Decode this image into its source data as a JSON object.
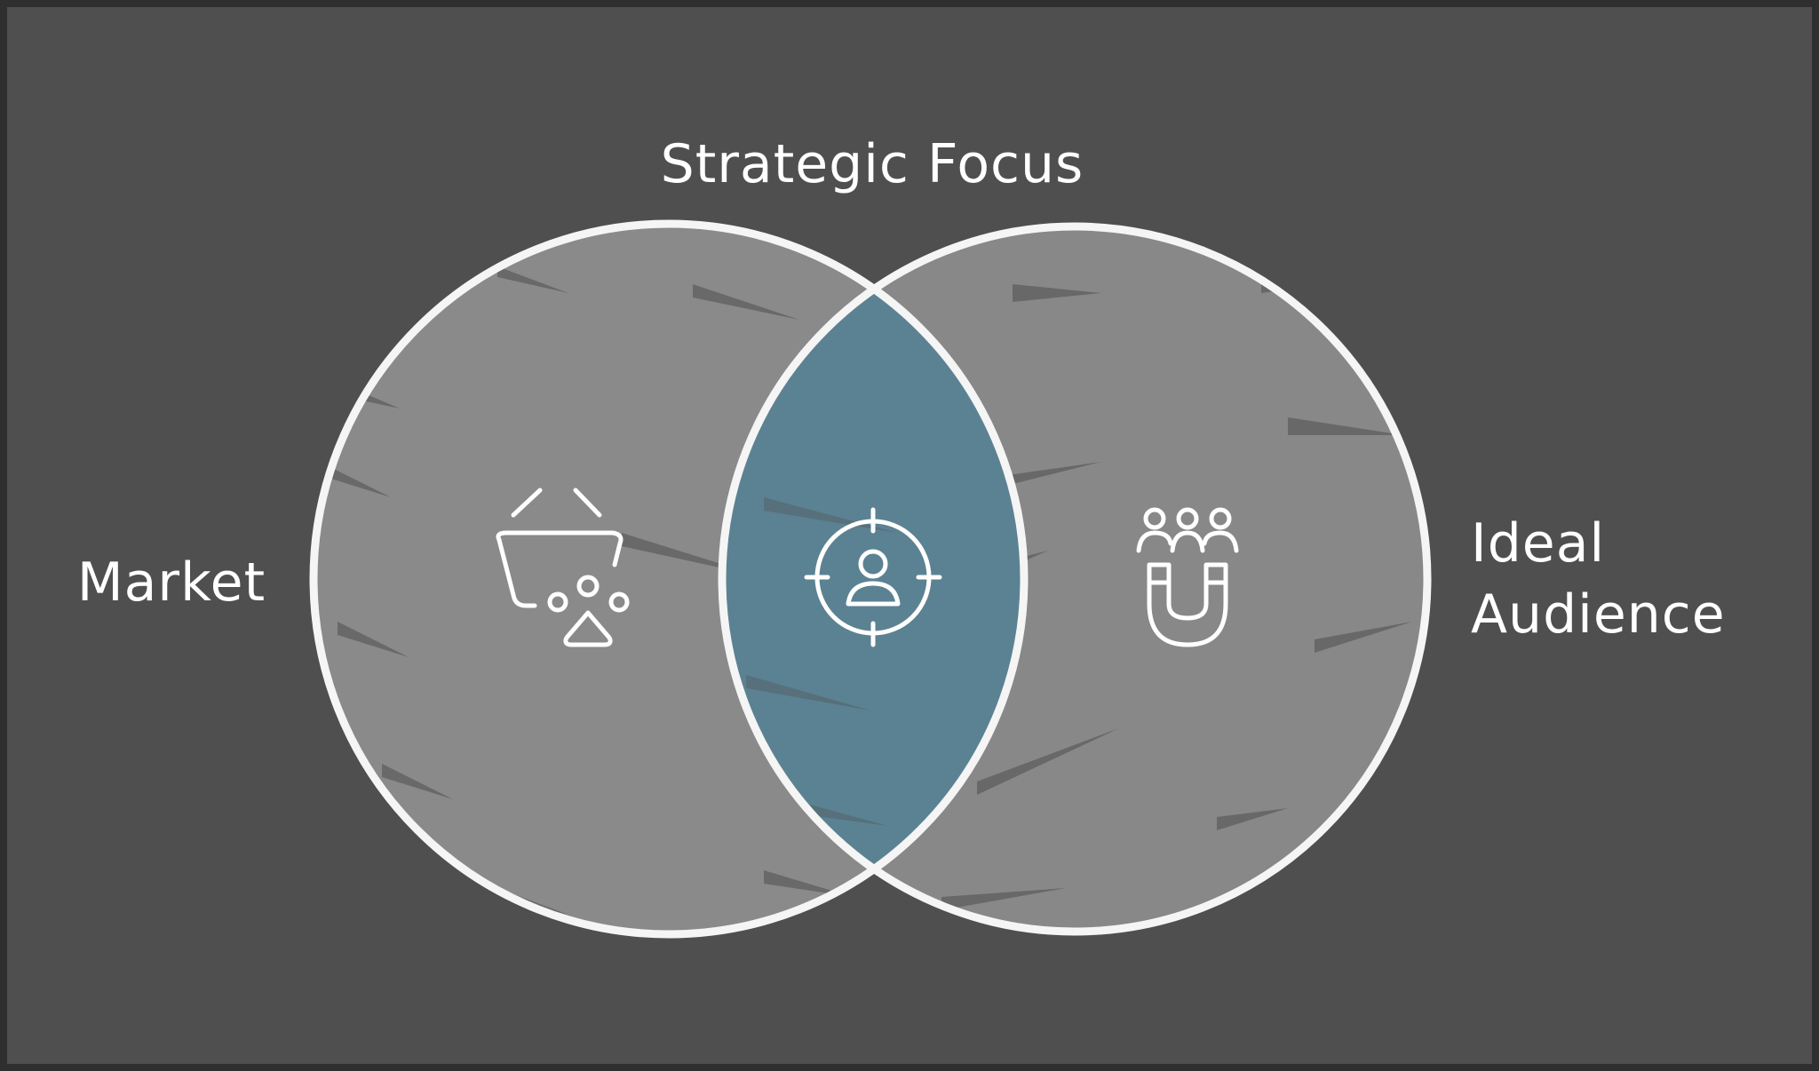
{
  "diagram": {
    "title": "Strategic Focus",
    "left_circle": {
      "label": "Market",
      "icon": "shopping-basket-icon"
    },
    "right_circle": {
      "label_line1": "Ideal",
      "label_line2": "Audience",
      "icon": "magnet-audience-icon"
    },
    "intersection": {
      "icon": "target-user-icon"
    }
  },
  "colors": {
    "background": "#4f4f4f",
    "frame": "#2f2f2f",
    "circle_fill": "#8a8a8a",
    "intersection_fill": "#5b8292",
    "outline": "#f5f5f5"
  }
}
